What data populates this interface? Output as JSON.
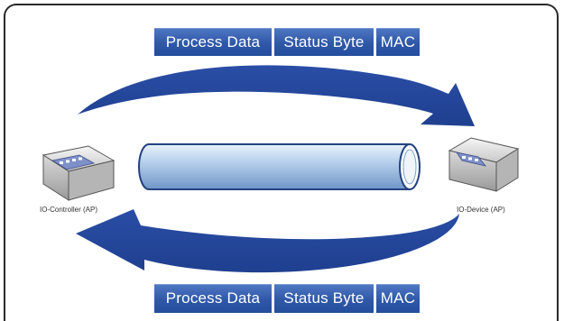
{
  "frames": {
    "top": {
      "fields": [
        "Process Data",
        "Status Byte",
        "MAC"
      ]
    },
    "bottom": {
      "fields": [
        "Process Data",
        "Status Byte",
        "MAC"
      ]
    }
  },
  "devices": {
    "controller": {
      "label": "IO-Controller (AP)"
    },
    "device": {
      "label": "IO-Device (AP)"
    }
  },
  "colors": {
    "arrow": "#2c4fa6",
    "frame_cell": "#3a62b4",
    "pipe": "#b8d2ee"
  }
}
